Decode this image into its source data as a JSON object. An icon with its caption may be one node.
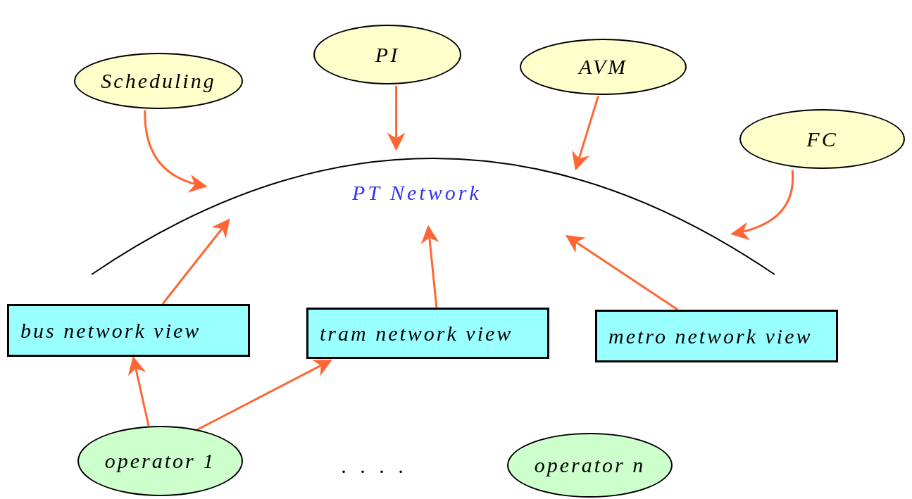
{
  "diagram": {
    "nodes": [
      {
        "text": [
          "Scheduling"
        ]
      },
      {
        "text": [
          "PI"
        ]
      },
      {
        "text": [
          "AVM"
        ]
      },
      {
        "text": [
          "FC"
        ]
      },
      {
        "text": [
          "PT Network"
        ]
      },
      {
        "text": [
          "bus network view"
        ]
      },
      {
        "text": [
          "tram network view"
        ]
      },
      {
        "text": [
          "metro network view"
        ]
      },
      {
        "text": [
          "operator 1"
        ]
      },
      {
        "text": [
          "operator n"
        ]
      }
    ],
    "edges": [
      {
        "from": 0,
        "to": 4,
        "arrow": "to"
      },
      {
        "from": 1,
        "to": 4,
        "arrow": "to"
      },
      {
        "from": 2,
        "to": 4,
        "arrow": "to"
      },
      {
        "from": 3,
        "to": 4,
        "arrow": "to"
      },
      {
        "from": 5,
        "to": 4,
        "arrow": "to"
      },
      {
        "from": 6,
        "to": 4,
        "arrow": "to"
      },
      {
        "from": 7,
        "to": 4,
        "arrow": "to"
      },
      {
        "from": 8,
        "to": 5,
        "arrow": "to"
      },
      {
        "from": 8,
        "to": 6,
        "arrow": "to"
      }
    ],
    "labels": [
      ". . . ."
    ]
  }
}
